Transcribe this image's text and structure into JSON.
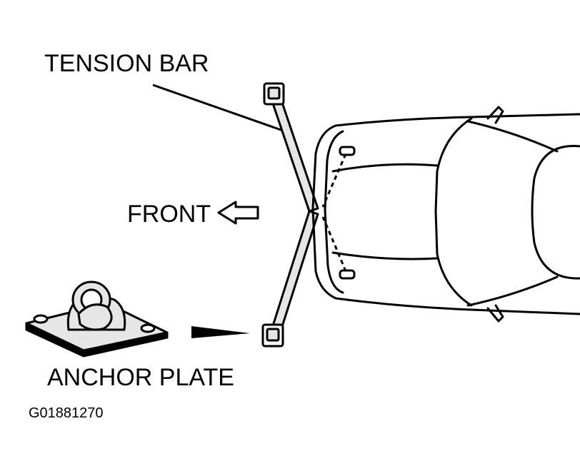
{
  "labels": {
    "tension_bar": "TENSION BAR",
    "front": "FRONT",
    "anchor_plate": "ANCHOR PLATE",
    "figure_code": "G01881270"
  },
  "colors": {
    "line": "#000000",
    "fill_light": "#e6e6e6",
    "background": "#ffffff"
  },
  "icons": {
    "direction_arrow": "left-arrow-outline-icon"
  }
}
